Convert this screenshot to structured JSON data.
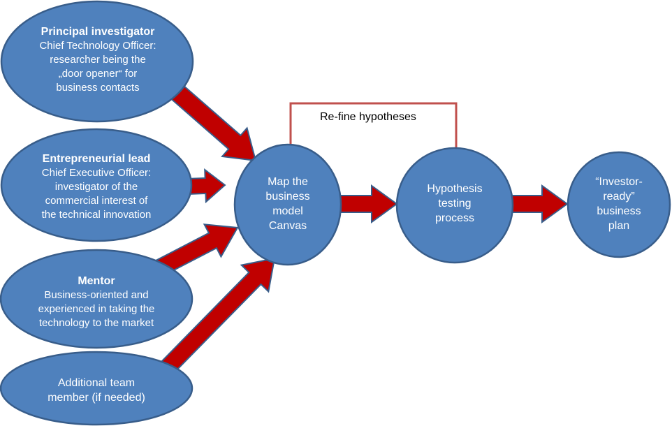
{
  "colors": {
    "node_fill": "#4F81BD",
    "node_stroke": "#385D8A",
    "arrow_fill": "#C00000",
    "arrow_stroke": "#385D8A",
    "loop_line": "#C0504D",
    "text_on_node": "#FFFFFF"
  },
  "roles": [
    {
      "title": "Principal investigator",
      "body": "Chief Technology Officer:\nresearcher being the\n„door opener“ for\nbusiness contacts"
    },
    {
      "title": "Entrepreneurial lead",
      "body": "Chief Executive Officer:\ninvestigator of the\ncommercial interest of\nthe technical innovation"
    },
    {
      "title": "Mentor",
      "body": "Business-oriented and\nexperienced in taking the\ntechnology to the market"
    },
    {
      "title": "",
      "body": "Additional team\nmember (if needed)"
    }
  ],
  "process": [
    {
      "label": "Map the\nbusiness\nmodel\nCanvas"
    },
    {
      "label": "Hypothesis\ntesting\nprocess"
    },
    {
      "label": "“Investor-\nready”\nbusiness\nplan"
    }
  ],
  "feedback_loop": {
    "label": "Re-fine hypotheses"
  }
}
